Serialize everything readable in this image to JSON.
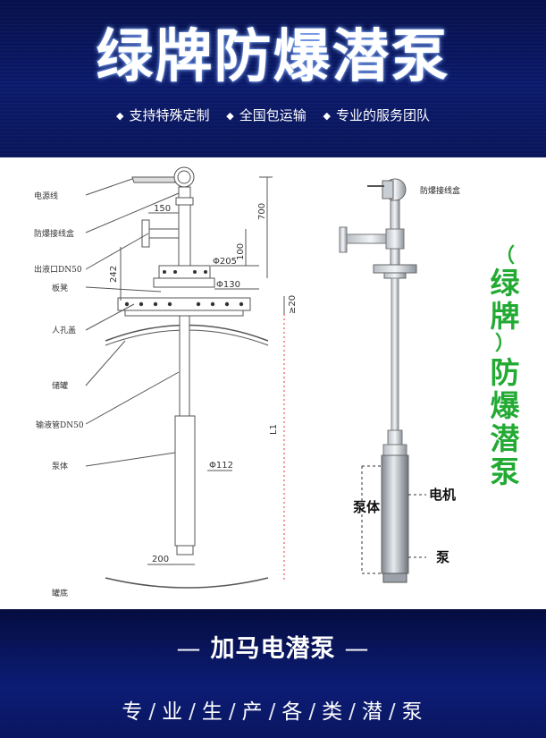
{
  "header": {
    "title": "绿牌防爆潜泵",
    "features": [
      "支持特殊定制",
      "全国包运输",
      "专业的服务团队"
    ]
  },
  "diagram": {
    "left_labels": {
      "cable": "电源线",
      "junction_box": "防爆接线盒",
      "outlet": "出液口DN50",
      "flange_plate": "板凳",
      "manhole_cover": "人孔盖",
      "tank": "储罐",
      "delivery_pipe": "输液管DN50",
      "pump_body": "泵体",
      "tank_bottom": "罐底"
    },
    "dimensions": {
      "d150": "150",
      "d700": "700",
      "d242": "242",
      "d100": "100",
      "phi205": "Φ205",
      "phi130": "Φ130",
      "d20": "≥20",
      "l1": "L1",
      "phi112": "Φ112",
      "d200": "200"
    },
    "right_labels": {
      "junction_box": "防爆接线盒",
      "motor": "电机",
      "pump_body": "泵体",
      "pump": "泵"
    },
    "vertical_text": [
      "（",
      "绿",
      "牌",
      "）",
      "防",
      "爆",
      "潜",
      "泵"
    ]
  },
  "footer": {
    "brand": "加马电潜泵",
    "dash": "—",
    "slogan": [
      "专",
      "业",
      "生",
      "产",
      "各",
      "类",
      "潜",
      "泵"
    ],
    "separator": "/"
  },
  "colors": {
    "banner": "#0b1a6b",
    "accent_green": "#22aa33"
  }
}
